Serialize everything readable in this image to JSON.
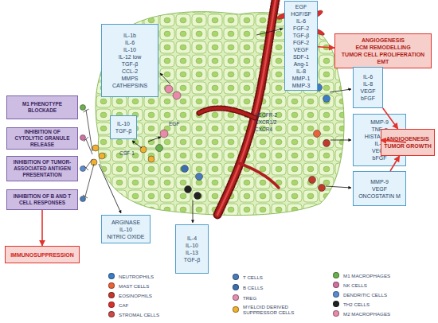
{
  "diagram": {
    "nodes": [
      {
        "text": [
          "EGF",
          "HGF/SF",
          "IL-6",
          "FGF-2",
          "TGF-β",
          "FGF-2",
          "VEGF",
          "SDF-1",
          "Ang-1",
          "IL-8",
          "MMP-1",
          "MMP-3"
        ]
      },
      {
        "text": [
          "ANGIOGENESIS",
          "ECM REMODELLING",
          "TUMOR CELL PROLIFERATION",
          "EMT"
        ]
      },
      {
        "text": [
          "IL-1b",
          "IL-6",
          "IL-10",
          "IL-12 low",
          "TGF-β",
          "CCL-2",
          "MMPS",
          "CATHEPSINS"
        ]
      },
      {
        "text": [
          "IL-6",
          "IL-8",
          "VEGF",
          "bFGF"
        ]
      },
      {
        "text": [
          "M1 PHENOTYPE BLOCKADE"
        ]
      },
      {
        "text": [
          "IL-10",
          "TGF-β"
        ]
      },
      {
        "text": [
          "MMP-9",
          "TNF-α",
          "HISTAMINE",
          "IL-8",
          "VEGF",
          "bFGF"
        ]
      },
      {
        "text": [
          "INHIBITION OF CYTOLYTIC GRANULE RELEASE"
        ]
      },
      {
        "text": [
          "ANGIOGENESIS",
          "TUMOR GROWTH"
        ]
      },
      {
        "text": [
          "INHIBITION OF TUMOR-ASSOCIATED ANTIGEN PRESENTATION"
        ]
      },
      {
        "text": [
          "MMP-9",
          "VEGF",
          "ONCOSTATIN M"
        ]
      },
      {
        "text": [
          "INHIBITION OF B AND T CELL RESPONSES"
        ]
      },
      {
        "text": [
          "ARGINASE",
          "IL-10",
          "NITRIC OXIDE"
        ]
      },
      {
        "text": [
          "IL-4",
          "IL-10",
          "IL-13",
          "TGF-β"
        ]
      },
      {
        "text": [
          "IMMUNOSUPPRESSION"
        ]
      }
    ],
    "edges": [
      {
        "from": 0,
        "to": 1,
        "arrow": "to"
      },
      {
        "from": 3,
        "to": 8,
        "arrow": "to"
      },
      {
        "from": 6,
        "to": 8,
        "arrow": "to"
      },
      {
        "from": 10,
        "to": 8,
        "arrow": "to"
      },
      {
        "from": 11,
        "to": 14,
        "arrow": "to"
      }
    ],
    "labels": [
      "VEGFR-2",
      "CXCR1/2",
      "CXCR4",
      "EGF",
      "CSF-1"
    ],
    "legend": [
      {
        "text": "NEUTROPHILS",
        "color": "#3b7dc4"
      },
      {
        "text": "MAST CELLS",
        "color": "#e8623a"
      },
      {
        "text": "EOSINOPHILS",
        "color": "#c0392b"
      },
      {
        "text": "CAF",
        "color": "#d9302c"
      },
      {
        "text": "STROMAL CELLS",
        "color": "#c94a4a"
      },
      {
        "text": "T CELLS",
        "color": "#4a7ab8"
      },
      {
        "text": "B CELLS",
        "color": "#3a6fb0"
      },
      {
        "text": "TREG",
        "color": "#e58fb0"
      },
      {
        "text": "MYELOID DERIVED SUPPRESSOR CELLS",
        "color": "#f0b030"
      },
      {
        "text": "M1 MACROPHAGES",
        "color": "#6ab04c"
      },
      {
        "text": "NK CELLS",
        "color": "#d070a0"
      },
      {
        "text": "DENDRITIC CELLS",
        "color": "#5a8ad0"
      },
      {
        "text": "TH2 CELLS",
        "color": "#222222"
      },
      {
        "text": "M2 MACROPHAGES",
        "color": "#e88aa8"
      }
    ]
  }
}
